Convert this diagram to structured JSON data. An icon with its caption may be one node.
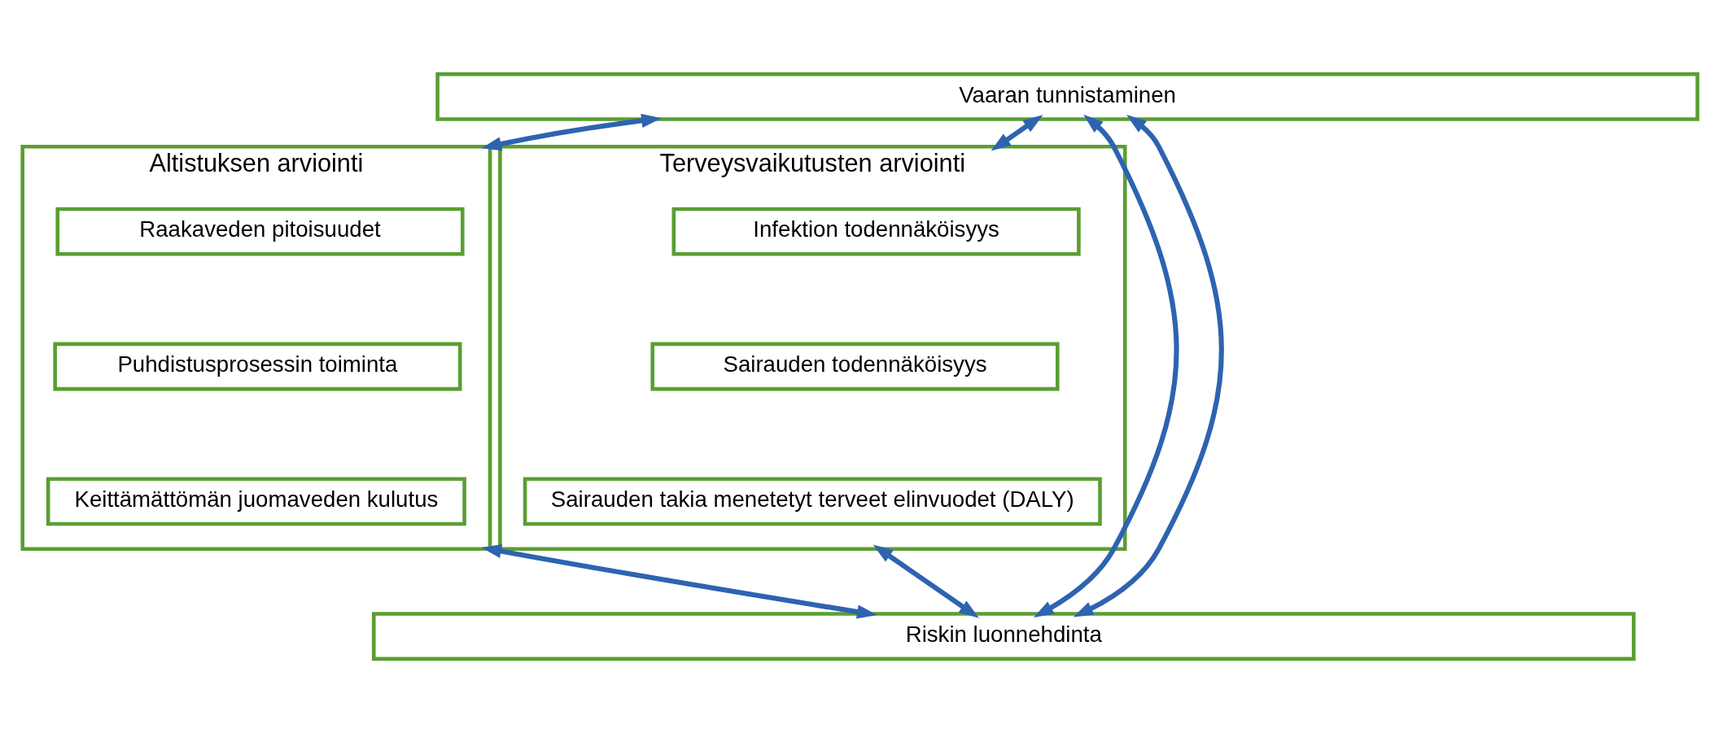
{
  "diagram": {
    "nodes": [
      {
        "text": [
          "Vaaran tunnistaminen"
        ]
      },
      {
        "text": [
          "Altistuksen arviointi"
        ]
      },
      {
        "text": [
          "Raakaveden pitoisuudet"
        ],
        "in": 1
      },
      {
        "text": [
          "Puhdistusprosessin toiminta"
        ],
        "in": 1
      },
      {
        "text": [
          "Keittämättömän juomaveden kulutus"
        ],
        "in": 1
      },
      {
        "text": [
          "Terveysvaikutusten arviointi"
        ]
      },
      {
        "text": [
          "Infektion todennäköisyys"
        ],
        "in": 5
      },
      {
        "text": [
          "Sairauden todennäköisyys"
        ],
        "in": 5
      },
      {
        "text": [
          "Sairauden takia menetetyt terveet elinvuodet (DALY)"
        ],
        "in": 5
      },
      {
        "text": [
          "Riskin luonnehdinta"
        ]
      }
    ],
    "edges": [
      {
        "from": 0,
        "to": 9,
        "arrow": "both"
      },
      {
        "from": 0,
        "to": 1,
        "arrow": "both"
      },
      {
        "from": 0,
        "to": 5,
        "arrow": "both"
      },
      {
        "from": 0,
        "to": 9,
        "arrow": "both"
      },
      {
        "from": 1,
        "to": 9,
        "arrow": "both"
      },
      {
        "from": 5,
        "to": 9,
        "arrow": "both"
      }
    ]
  }
}
